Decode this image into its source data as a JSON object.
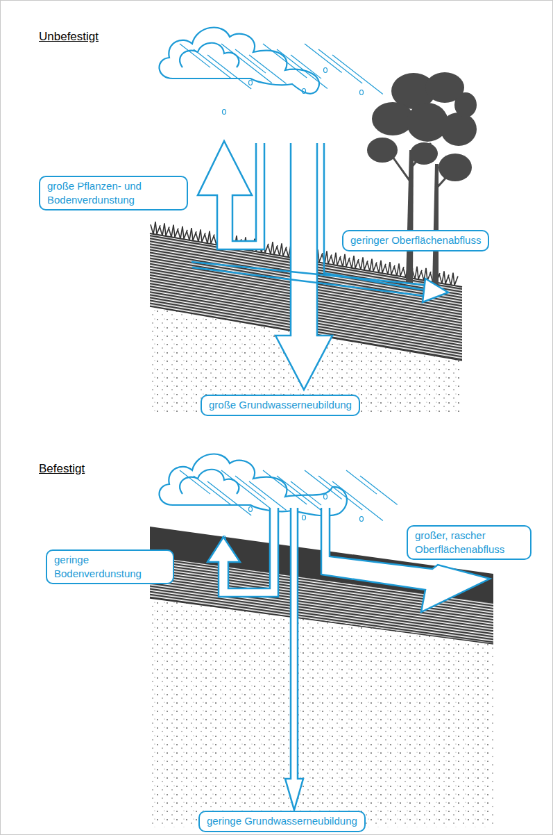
{
  "diagram": {
    "nodes": [
      {
        "text": [
          "große Pflanzen- und Bodenverdunstung"
        ]
      },
      {
        "text": [
          "geringer Oberflächenabfluss"
        ]
      },
      {
        "text": [
          "große Grundwasserneubildung"
        ]
      },
      {
        "text": [
          "geringe Bodenverdunstung"
        ]
      },
      {
        "text": [
          "großer, rascher Oberflächenabfluss"
        ]
      },
      {
        "text": [
          "geringe Grundwasserneubildung"
        ]
      }
    ],
    "labels": [
      "Unbefestigt",
      "Befestigt"
    ]
  }
}
